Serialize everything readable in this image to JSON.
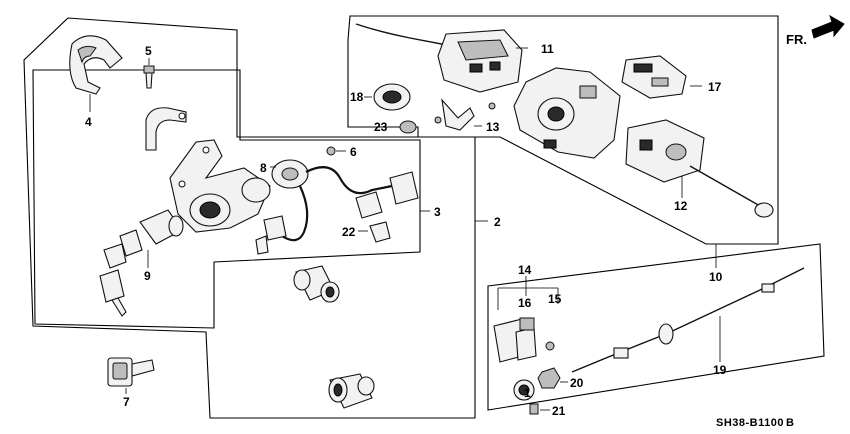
{
  "diagram": {
    "part_labels": {
      "p1": "1",
      "p2": "2",
      "p3": "3",
      "p4": "4",
      "p5": "5",
      "p6": "6",
      "p7": "7",
      "p8": "8",
      "p9": "9",
      "p10": "10",
      "p11": "11",
      "p12": "12",
      "p13": "13",
      "p14": "14",
      "p15": "15",
      "p16": "16",
      "p17": "17",
      "p18": "18",
      "p19": "19",
      "p20": "20",
      "p21": "21",
      "p22": "22",
      "p23": "23"
    },
    "direction_label": "FR.",
    "diagram_code": "SH38-B1100",
    "diagram_code_suffix": "B"
  }
}
